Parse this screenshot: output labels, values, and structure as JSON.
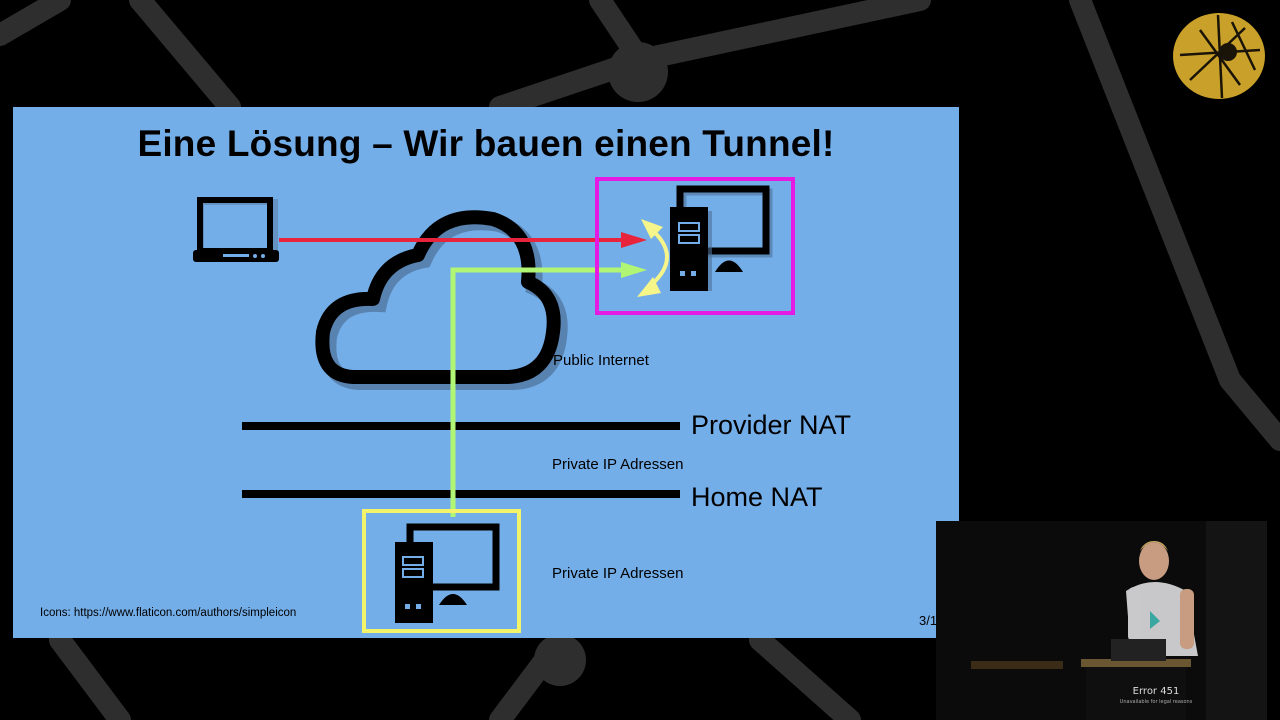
{
  "slide": {
    "title": "Eine Lösung – Wir bauen einen Tunnel!",
    "labels": {
      "public_internet": "Public Internet",
      "provider_nat": "Provider NAT",
      "private_ip_1": "Private IP Adressen",
      "home_nat": "Home NAT",
      "private_ip_2": "Private IP Adressen"
    },
    "credit": "Icons: https://www.flaticon.com/authors/simpleicon",
    "page_number": "3/1"
  },
  "podium": {
    "title": "Error 451",
    "subtitle": "Unavailable for legal reasons"
  },
  "colors": {
    "slide_background": "#74aee9",
    "red_arrow": "#e8243c",
    "green_path": "#b0f573",
    "yellow_arrows": "#f5f58a",
    "server_box": "#e51be3",
    "home_box": "#f4f46a"
  },
  "icons": [
    "laptop-icon",
    "cloud-icon",
    "server-computer-icon",
    "home-computer-icon",
    "event-logo"
  ]
}
